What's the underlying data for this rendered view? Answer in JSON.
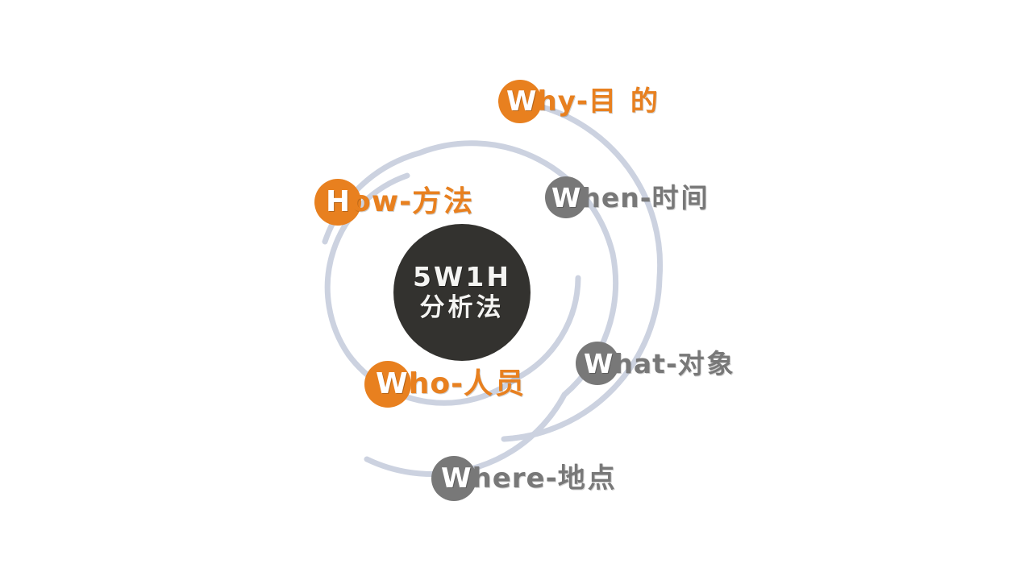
{
  "diagram": {
    "title": "5W1H 分析法",
    "background_color": "#ffffff",
    "orange_color": "#e8801f",
    "gray_color": "#787878",
    "arc_color": "#ccd2e0",
    "hub_color": "#33322f",
    "hub": {
      "line1": "5W1H",
      "line2": "分析法"
    },
    "nodes": [
      {
        "id": "why",
        "cap": "W",
        "rest": "hy-",
        "cjk": "目 的",
        "full_label": "Why-目 的",
        "color": "#e8801f",
        "style": "orange"
      },
      {
        "id": "when",
        "cap": "W",
        "rest": "hen-",
        "cjk": "时间",
        "full_label": "When-时间",
        "color": "#787878",
        "style": "gray"
      },
      {
        "id": "what",
        "cap": "W",
        "rest": "hat-",
        "cjk": "对象",
        "full_label": "What-对象",
        "color": "#787878",
        "style": "gray"
      },
      {
        "id": "where",
        "cap": "W",
        "rest": "here-",
        "cjk": "地点",
        "full_label": "Where-地点",
        "color": "#787878",
        "style": "gray"
      },
      {
        "id": "who",
        "cap": "W",
        "rest": "ho-",
        "cjk": "人员",
        "full_label": "Who-人员",
        "color": "#e8801f",
        "style": "orange"
      },
      {
        "id": "how",
        "cap": "H",
        "rest": "ow-",
        "cjk": "方法",
        "full_label": "How-方法",
        "color": "#e8801f",
        "style": "orange"
      }
    ]
  }
}
